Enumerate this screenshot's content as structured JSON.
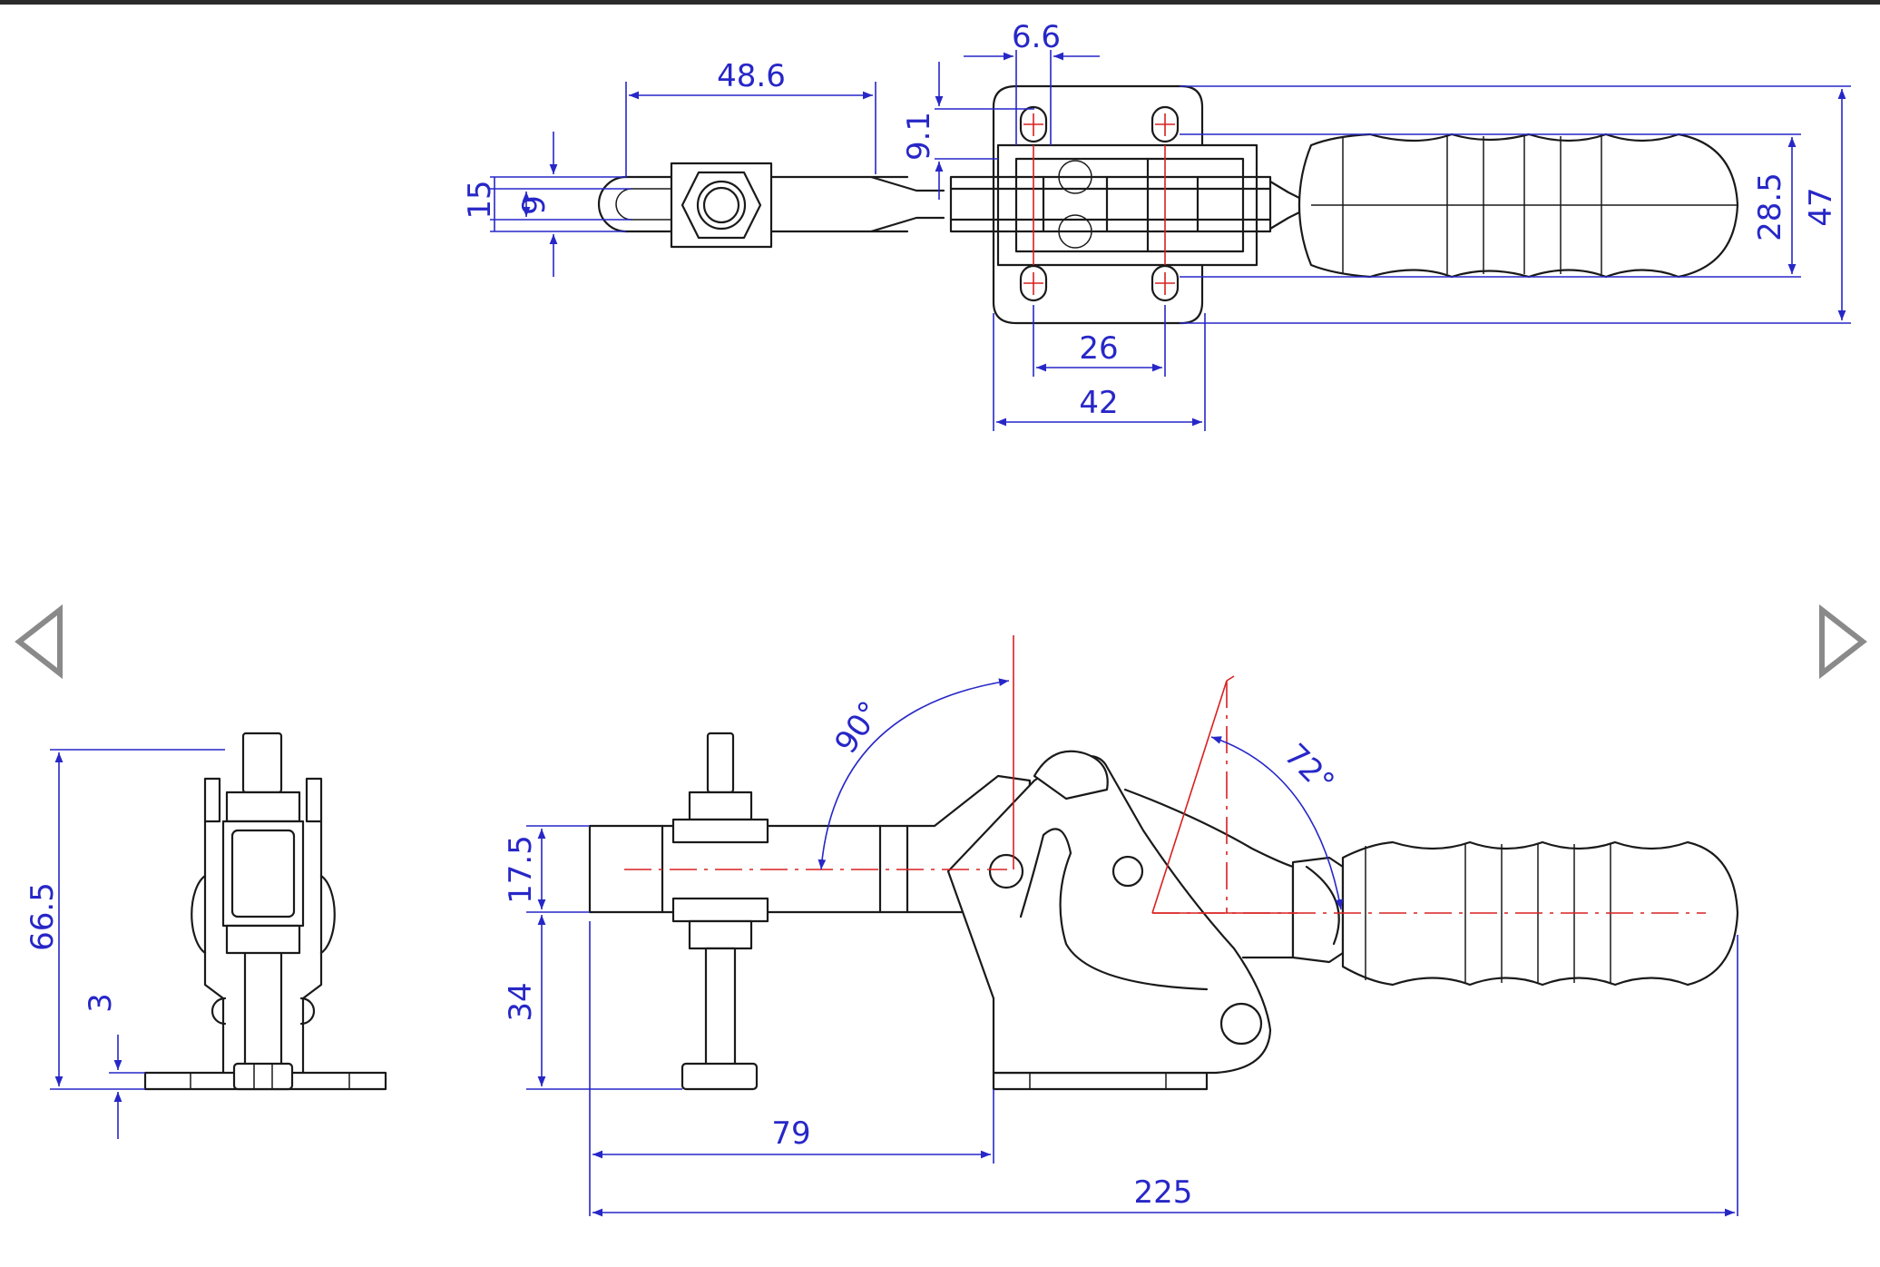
{
  "navigation": {
    "prev_icon": "triangle-left-outline",
    "next_icon": "triangle-right-outline"
  },
  "colors": {
    "dimension": "#2727c8",
    "centerline": "#d92020",
    "outline": "#1a1a1a",
    "nav": "#8a8a8a"
  },
  "top_view_dims": {
    "d48_6": "48.6",
    "d6_6": "6.6",
    "d9_1": "9.1",
    "d15": "15",
    "d9": "9",
    "d28_5": "28.5",
    "d47": "47",
    "d26": "26",
    "d42": "42"
  },
  "end_view_dims": {
    "d66_5": "66.5",
    "d3": "3"
  },
  "side_view_dims": {
    "a90": "90°",
    "a72": "72°",
    "d17_5": "17.5",
    "d34": "34",
    "d79": "79",
    "d225": "225"
  }
}
